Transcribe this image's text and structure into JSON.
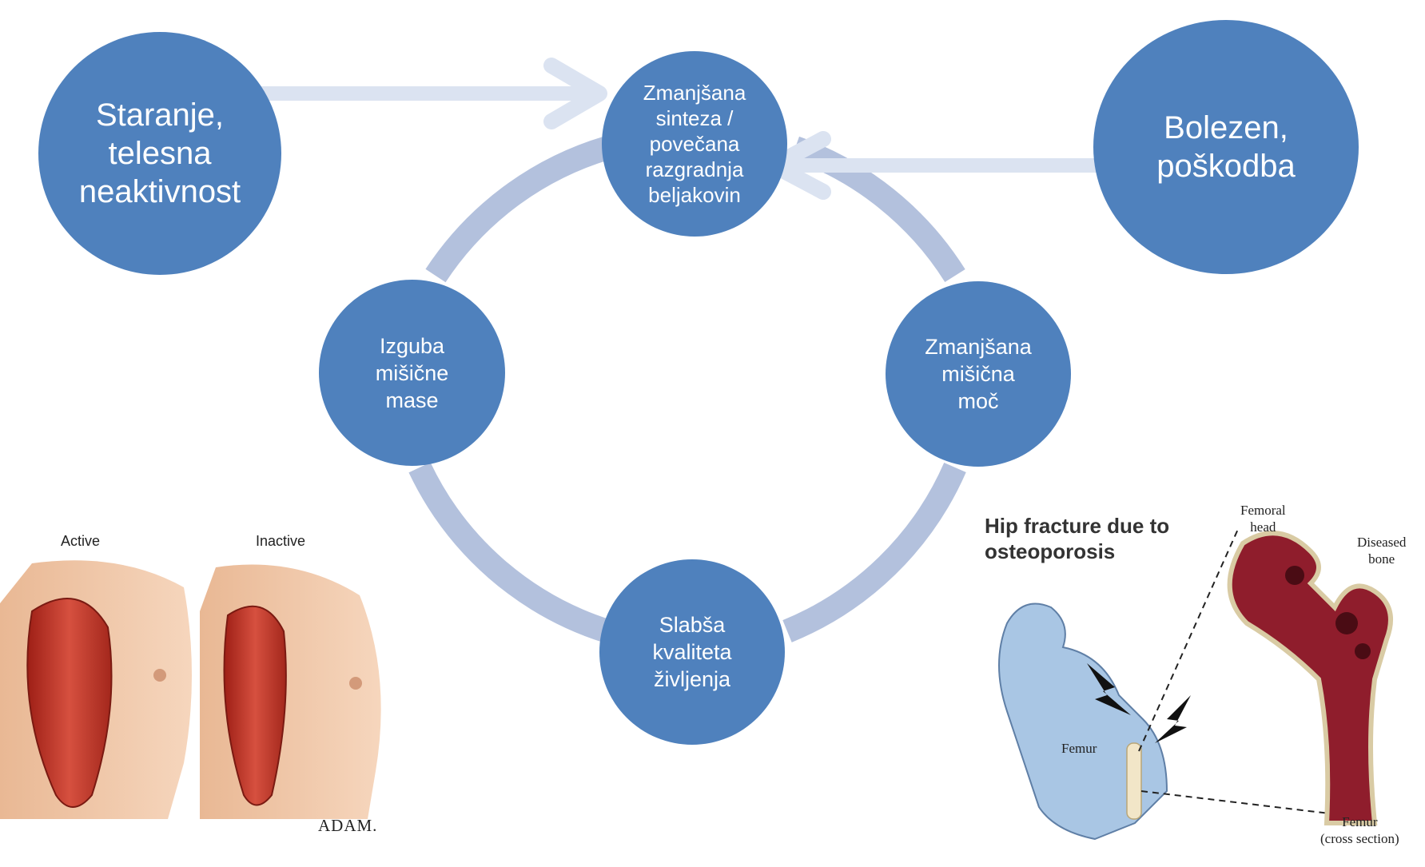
{
  "nodes": {
    "top": "Zmanjšana\nsinteza /\npovečana\nrazgradnja\nbeljakovin",
    "left_big": "Staranje,\ntelesna\nneaktivnost",
    "right_big": "Bolezen,\npoškodba",
    "left": "Izguba\nmišične\nmase",
    "right": "Zmanjšana\nmišična\nmoč",
    "bottom": "Slabša\nkvaliteta\nživljenja"
  },
  "colors": {
    "node_fill": "#4f81bd",
    "cycle_ring": "#b3c1dd",
    "arrow": "#dbe3f1"
  },
  "arm_illustration": {
    "label_active": "Active",
    "label_inactive": "Inactive",
    "logo": "ADAM."
  },
  "hip_illustration": {
    "title": "Hip fracture due to\nosteoporosis",
    "label_femoral_head": "Femoral\nhead",
    "label_diseased_bone": "Diseased\nbone",
    "label_femur": "Femur",
    "label_femur_cross": "Femur\n(cross section)"
  }
}
